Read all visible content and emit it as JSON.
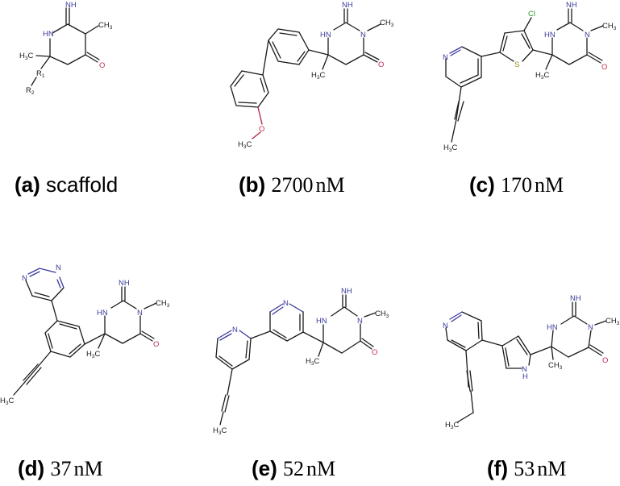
{
  "figure": {
    "panels": [
      {
        "id": "a",
        "label": "(a)",
        "caption": "scaffold",
        "atoms": {
          "imine": "NH",
          "ring_nh": "HN",
          "methyl_right": "CH",
          "methyl_right_sub": "3",
          "methyl_left": "H",
          "methyl_left_sub": "3",
          "methyl_left_c": "C",
          "oxygen": "O",
          "r1": "R",
          "r1_sub": "1",
          "r2": "R",
          "r2_sub": "2"
        }
      },
      {
        "id": "b",
        "label": "(b)",
        "value": "2700",
        "unit": "nM",
        "atoms": {
          "imine": "NH",
          "ring_nh": "HN",
          "ring_n": "N",
          "n_methyl": "CH",
          "n_methyl_sub": "3",
          "c_methyl": "H",
          "c_methyl_sub": "3",
          "c_methyl_c": "C",
          "oxygen": "O",
          "ether_o": "O",
          "methoxy": "H",
          "methoxy_sub": "3",
          "methoxy_c": "C"
        }
      },
      {
        "id": "c",
        "label": "(c)",
        "value": "170",
        "unit": "nM",
        "atoms": {
          "imine": "NH",
          "ring_nh": "HN",
          "ring_n": "N",
          "n_methyl": "CH",
          "n_methyl_sub": "3",
          "c_methyl": "H",
          "c_methyl_sub": "3",
          "c_methyl_c": "C",
          "oxygen": "O",
          "chlorine": "Cl",
          "sulfur": "S",
          "pyridine_n": "N",
          "alkyne_methyl": "H",
          "alkyne_methyl_sub": "3",
          "alkyne_methyl_c": "C"
        }
      },
      {
        "id": "d",
        "label": "(d)",
        "value": "37",
        "unit": "nM",
        "atoms": {
          "imine": "NH",
          "ring_nh": "HN",
          "ring_n": "N",
          "n_methyl": "CH",
          "n_methyl_sub": "3",
          "c_methyl": "H",
          "c_methyl_sub": "3",
          "c_methyl_c": "C",
          "oxygen": "O",
          "pyrimidine_n1": "N",
          "pyrimidine_n3": "N",
          "alkyne_methyl": "H",
          "alkyne_methyl_sub": "3",
          "alkyne_methyl_c": "C"
        }
      },
      {
        "id": "e",
        "label": "(e)",
        "value": "52",
        "unit": "nM",
        "atoms": {
          "imine": "NH",
          "ring_nh": "HN",
          "ring_n": "N",
          "n_methyl": "CH",
          "n_methyl_sub": "3",
          "c_methyl": "H",
          "c_methyl_sub": "3",
          "c_methyl_c": "C",
          "oxygen": "O",
          "pyridine_n_mid": "N",
          "pyridine_n_left": "N",
          "alkyne_methyl": "H",
          "alkyne_methyl_sub": "3",
          "alkyne_methyl_c": "C"
        }
      },
      {
        "id": "f",
        "label": "(f)",
        "value": "53",
        "unit": "nM",
        "atoms": {
          "imine": "NH",
          "ring_nh": "HN",
          "ring_n": "N",
          "n_methyl": "CH",
          "n_methyl_sub": "3",
          "c_methyl": "CH",
          "c_methyl_sub": "3",
          "oxygen": "O",
          "pyridine_n": "N",
          "pyrrole_n": "N",
          "pyrrole_h": "H",
          "ethyl_methyl": "H",
          "ethyl_methyl_sub": "3",
          "ethyl_methyl_c": "C"
        }
      }
    ],
    "colors": {
      "bond": "#1a1a1a",
      "nitrogen": "#3b3b9c",
      "oxygen": "#c0304a",
      "sulfur": "#a09020",
      "chlorine": "#2a9a2a"
    }
  }
}
